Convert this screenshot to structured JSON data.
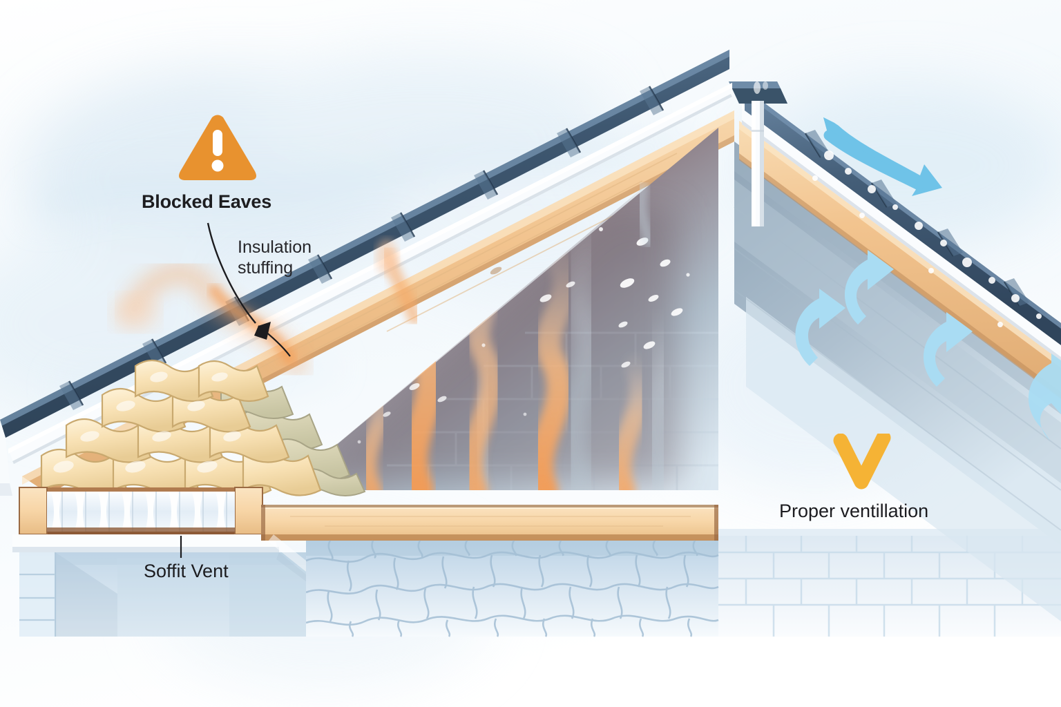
{
  "diagram": {
    "type": "attic-ventilation-cross-section",
    "description": "Cutaway illustration of a gable roof attic comparing a blocked eave on the left with proper ventilation on the right"
  },
  "annotations": {
    "warning": {
      "icon": "warning-triangle-icon",
      "title": "Blocked Eaves",
      "color": "#E8922F"
    },
    "insulation_callout": {
      "text": "Insulation stuffing",
      "line1": "Insulation",
      "line2": "stuffing",
      "leader": "curved-leader-line-with-arrow"
    },
    "soffit_callout": {
      "text": "Soffit Vent",
      "leader": "vertical-leader-line"
    },
    "ok": {
      "icon": "checkmark-icon",
      "title": "Proper ventillation",
      "color": "#F5B335"
    }
  },
  "colors": {
    "warning_orange": "#E8922F",
    "check_amber": "#F5B335",
    "roof_tile": "#3D5670",
    "roof_tile_light": "#5C7894",
    "fascia_white": "#F7F9FC",
    "sheathing_wood": "#F2C491",
    "joist_wood": "#F5D2A4",
    "wood_edge": "#9A6A43",
    "insulation_cream": "#F7E2B8",
    "insulation_shadow": "#C9C3A0",
    "airflow_blue": "#7EC8EC",
    "airflow_blue_light": "#BBE2F5",
    "heat_orange": "#F5A86B",
    "brick_pale": "#E7EFF6",
    "sky": "#F4F9FC",
    "attic_dark": "#6E6168",
    "attic_cool": "#9DB2C4"
  },
  "elements": {
    "roof_left_slope": "dark slate-blue tiled roof slope descending to the left",
    "roof_right_slope": "dark slate-blue tiled roof slope descending to the right",
    "ridge_cap": "ridge cap block at the peak",
    "ridge_post": "white vertical ridge beam",
    "soffit_vent": "white louvered soffit vent in brown wood frame at left eave",
    "insulation_batts": "stack of cream insulation batts stuffed into the left eave",
    "ceiling_joist": "horizontal wood ceiling joist spanning the attic floor",
    "rubble_wall": "cobblestone masonry wall below the joist on the left",
    "brick_wall_right": "pale brick wall below the right side",
    "gable_brick_wall": "interior brick gable wall inside the attic",
    "heat_plumes": "orange wavy heat plumes rising in the blocked attic",
    "moisture_wisps": "blue-grey moisture wisps inside the attic",
    "condensation": "white condensation droplets floating in the attic",
    "airflow_arrows_right": "three upward curving blue airflow arrows under the right slope",
    "ridge_exhaust_arrow": "curved blue exhaust arrow over the ridge"
  }
}
